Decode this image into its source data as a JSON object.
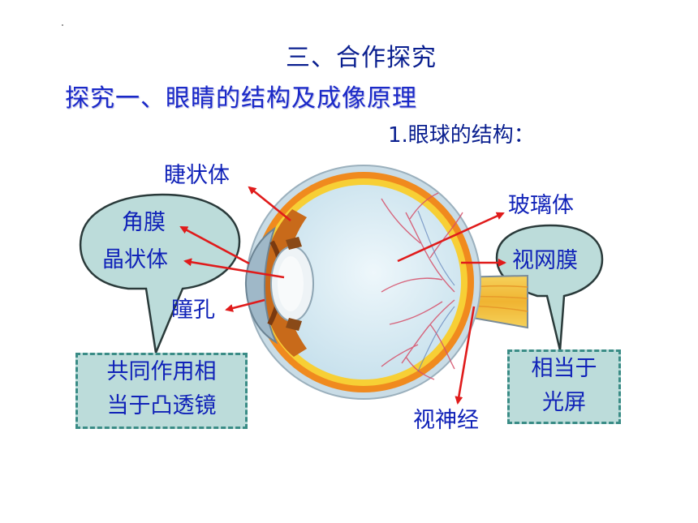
{
  "header": {
    "section_title": "三、合作探究",
    "subsection_title": "探究一、眼睛的结构及成像原理",
    "sub_heading": "1.眼球的结构："
  },
  "labels": {
    "ciliary_body": "睫状体",
    "cornea": "角膜",
    "lens": "晶状体",
    "pupil": "瞳孔",
    "vitreous": "玻璃体",
    "retina": "视网膜",
    "optic_nerve": "视神经"
  },
  "boxes": {
    "left_line1": "共同作用相",
    "left_line2": "当于凸透镜",
    "right_line1": "相当于",
    "right_line2": "光屏"
  },
  "colors": {
    "title": "#0a1f8f",
    "subtitle": "#1a29c8",
    "label": "#1022b8",
    "arrow": "#e01b1b",
    "bubble_fill": "#bcdcda",
    "bubble_stroke": "#2a3a3a",
    "box_fill": "#bcdcda",
    "box_border": "#3a8c86"
  }
}
